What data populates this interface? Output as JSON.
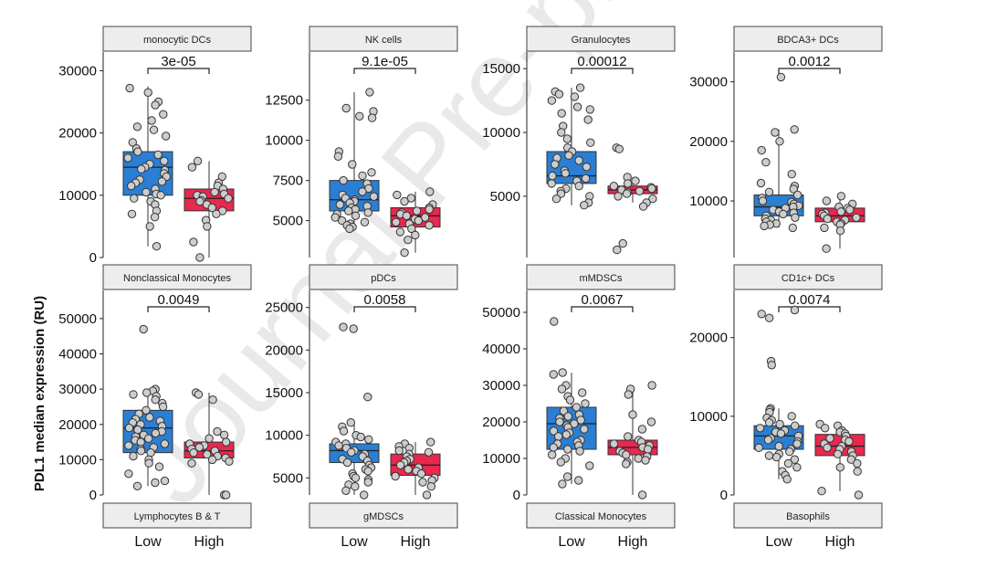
{
  "watermark": "Journal Pre-proof",
  "chart_data": {
    "type": "box",
    "ylabel": "PDL1 median expression (RU)",
    "categories": [
      "Low",
      "High"
    ],
    "colors": {
      "Low": "#2a7fd4",
      "High": "#e8284e"
    },
    "panels": [
      {
        "title": "monocytic DCs",
        "pvalue": "3e-05",
        "ylim": [
          0,
          33000
        ],
        "yticks": [
          0,
          10000,
          20000,
          30000
        ],
        "boxes": [
          {
            "group": "Low",
            "q1": 10000,
            "median": 14500,
            "q3": 17000,
            "whisker_low": 1800,
            "whisker_high": 27500
          },
          {
            "group": "High",
            "q1": 7500,
            "median": 9500,
            "q3": 11000,
            "whisker_low": 0,
            "whisker_high": 15500
          }
        ],
        "points": {
          "Low": [
            27200,
            26500,
            25000,
            24500,
            23000,
            22000,
            21000,
            20500,
            19500,
            18500,
            17500,
            17000,
            16500,
            16000,
            15500,
            15000,
            14500,
            14200,
            14000,
            13500,
            13000,
            12500,
            12200,
            12000,
            11500,
            11000,
            10500,
            10200,
            10000,
            9500,
            9000,
            8500,
            7500,
            7000,
            6500,
            5000,
            1800
          ],
          "High": [
            15500,
            14500,
            13000,
            12000,
            11500,
            11000,
            10500,
            10200,
            10000,
            9800,
            9500,
            9200,
            9000,
            8500,
            8000,
            7500,
            7000,
            6000,
            5000,
            2500,
            0
          ]
        }
      },
      {
        "title": "NK cells",
        "pvalue": "9.1e-05",
        "ylim": [
          2700,
          15500
        ],
        "yticks": [
          5000,
          7500,
          10000,
          12500
        ],
        "boxes": [
          {
            "group": "Low",
            "q1": 5600,
            "median": 6300,
            "q3": 7500,
            "whisker_low": 4500,
            "whisker_high": 13000
          },
          {
            "group": "High",
            "q1": 4600,
            "median": 5300,
            "q3": 5800,
            "whisker_low": 3000,
            "whisker_high": 6800
          }
        ],
        "points": {
          "Low": [
            13000,
            12000,
            11800,
            11500,
            11400,
            9300,
            9000,
            8500,
            8000,
            7800,
            7500,
            7300,
            7000,
            6800,
            6600,
            6500,
            6400,
            6300,
            6200,
            6100,
            6000,
            5900,
            5800,
            5700,
            5600,
            5500,
            5400,
            5300,
            5200,
            5000,
            4900,
            4800,
            4700,
            4600,
            4500
          ],
          "High": [
            6800,
            6600,
            6400,
            6200,
            6000,
            5800,
            5700,
            5600,
            5500,
            5400,
            5300,
            5200,
            5100,
            5000,
            4900,
            4800,
            4700,
            4500,
            4300,
            4100,
            3800,
            3000
          ]
        }
      },
      {
        "title": "Granulocytes",
        "pvalue": "0.00012",
        "ylim": [
          200,
          16300
        ],
        "yticks": [
          5000,
          10000,
          15000
        ],
        "boxes": [
          {
            "group": "Low",
            "q1": 6000,
            "median": 6600,
            "q3": 8500,
            "whisker_low": 4300,
            "whisker_high": 13500
          },
          {
            "group": "High",
            "q1": 5200,
            "median": 5500,
            "q3": 5800,
            "whisker_low": 4500,
            "whisker_high": 6500
          }
        ],
        "points": {
          "Low": [
            13500,
            13200,
            13000,
            12800,
            12500,
            12000,
            11800,
            11500,
            11000,
            10500,
            10000,
            9500,
            9200,
            8800,
            8500,
            8200,
            8000,
            7800,
            7500,
            7300,
            7000,
            6800,
            6600,
            6400,
            6200,
            6000,
            5800,
            5600,
            5400,
            5200,
            5000,
            4800,
            4500,
            4300
          ],
          "High": [
            8800,
            8700,
            6500,
            6200,
            6000,
            5800,
            5700,
            5600,
            5500,
            5400,
            5300,
            5200,
            5000,
            4800,
            4500,
            4200,
            1300,
            800
          ]
        }
      },
      {
        "title": "BDCA3+ DCs",
        "pvalue": "0.0012",
        "ylim": [
          500,
          35000
        ],
        "yticks": [
          10000,
          20000,
          30000
        ],
        "boxes": [
          {
            "group": "Low",
            "q1": 7500,
            "median": 9000,
            "q3": 11000,
            "whisker_low": 5500,
            "whisker_high": 22000
          },
          {
            "group": "High",
            "q1": 6500,
            "median": 7500,
            "q3": 8800,
            "whisker_low": 2000,
            "whisker_high": 10800
          }
        ],
        "points": {
          "Low": [
            30800,
            22000,
            21500,
            20000,
            18500,
            16500,
            14500,
            13000,
            12500,
            12000,
            11500,
            11000,
            10500,
            10000,
            9800,
            9500,
            9200,
            9000,
            8800,
            8500,
            8200,
            8000,
            7800,
            7500,
            7200,
            7000,
            6800,
            6500,
            6200,
            6000,
            5800,
            5500
          ],
          "High": [
            10800,
            10000,
            9500,
            9000,
            8800,
            8500,
            8200,
            8000,
            7800,
            7500,
            7200,
            7000,
            6800,
            6500,
            6200,
            6000,
            5500,
            5000,
            2000
          ]
        }
      },
      {
        "title": "Nonclassical Monocytes",
        "pvalue": "0.0049",
        "ylim": [
          0,
          58000
        ],
        "yticks": [
          0,
          10000,
          20000,
          30000,
          40000,
          50000
        ],
        "boxes": [
          {
            "group": "Low",
            "q1": 12000,
            "median": 19000,
            "q3": 24000,
            "whisker_low": 2500,
            "whisker_high": 30000
          },
          {
            "group": "High",
            "q1": 10500,
            "median": 12500,
            "q3": 15000,
            "whisker_low": 0,
            "whisker_high": 29000
          }
        ],
        "points": {
          "Low": [
            47000,
            30000,
            29500,
            29000,
            28500,
            28000,
            27000,
            26000,
            25000,
            24000,
            23000,
            22000,
            21500,
            21000,
            20500,
            20000,
            19500,
            19000,
            18500,
            18000,
            17500,
            17000,
            16500,
            16000,
            15500,
            15000,
            14500,
            14000,
            13500,
            13000,
            12500,
            12000,
            11000,
            10000,
            9000,
            8000,
            6000,
            4000,
            3500,
            2500
          ],
          "High": [
            29000,
            28500,
            27000,
            18000,
            17000,
            16000,
            15000,
            14500,
            14000,
            13500,
            13000,
            12500,
            12000,
            11500,
            11000,
            10500,
            10000,
            9500,
            9000,
            0,
            0
          ]
        }
      },
      {
        "title": "pDCs",
        "pvalue": "0.0058",
        "ylim": [
          3000,
          27000
        ],
        "yticks": [
          5000,
          10000,
          15000,
          20000,
          25000
        ],
        "boxes": [
          {
            "group": "Low",
            "q1": 6800,
            "median": 8200,
            "q3": 9000,
            "whisker_low": 3000,
            "whisker_high": 11500
          },
          {
            "group": "High",
            "q1": 5300,
            "median": 6500,
            "q3": 7800,
            "whisker_low": 3000,
            "whisker_high": 9200
          }
        ],
        "points": {
          "Low": [
            22700,
            22500,
            14500,
            11500,
            11000,
            10500,
            10000,
            9800,
            9500,
            9200,
            9000,
            8800,
            8500,
            8200,
            8000,
            7800,
            7500,
            7200,
            7000,
            6800,
            6500,
            6200,
            6000,
            5800,
            5500,
            5200,
            5000,
            4800,
            4500,
            4200,
            4000,
            3500,
            3000
          ],
          "High": [
            9200,
            9000,
            8700,
            8500,
            8200,
            8000,
            7800,
            7500,
            7200,
            7000,
            6800,
            6500,
            6200,
            6000,
            5800,
            5500,
            5200,
            5000,
            4700,
            4500,
            4000,
            3000
          ]
        }
      },
      {
        "title": "mMDSCs",
        "pvalue": "0.0067",
        "ylim": [
          0,
          56000
        ],
        "yticks": [
          0,
          10000,
          20000,
          30000,
          40000,
          50000
        ],
        "boxes": [
          {
            "group": "Low",
            "q1": 12500,
            "median": 19500,
            "q3": 24000,
            "whisker_low": 3000,
            "whisker_high": 33500
          },
          {
            "group": "High",
            "q1": 11000,
            "median": 13000,
            "q3": 15000,
            "whisker_low": 0,
            "whisker_high": 30000
          }
        ],
        "points": {
          "Low": [
            47500,
            33500,
            33000,
            30000,
            29000,
            28000,
            27000,
            26000,
            25000,
            24000,
            23000,
            22000,
            21500,
            21000,
            20500,
            20000,
            19500,
            19000,
            18500,
            18000,
            17500,
            17000,
            16500,
            16000,
            15000,
            14500,
            14000,
            13500,
            13000,
            12500,
            12000,
            11000,
            10000,
            9000,
            8000,
            5000,
            4000,
            3000
          ],
          "High": [
            30000,
            29000,
            27500,
            22000,
            20000,
            18000,
            16000,
            15000,
            14500,
            14000,
            13500,
            13000,
            12500,
            12000,
            11500,
            11000,
            10500,
            10000,
            9500,
            9000,
            8500,
            0
          ]
        }
      },
      {
        "title": "CD1c+ DCs",
        "pvalue": "0.0074",
        "ylim": [
          0,
          26000
        ],
        "yticks": [
          0,
          10000,
          20000
        ],
        "boxes": [
          {
            "group": "Low",
            "q1": 5800,
            "median": 7500,
            "q3": 8800,
            "whisker_low": 2000,
            "whisker_high": 11000
          },
          {
            "group": "High",
            "q1": 5000,
            "median": 6200,
            "q3": 7700,
            "whisker_low": 500,
            "whisker_high": 9000
          }
        ],
        "points": {
          "Low": [
            23500,
            23000,
            22500,
            17000,
            16500,
            11000,
            10800,
            10500,
            10000,
            9800,
            9500,
            9200,
            9000,
            8800,
            8500,
            8200,
            8000,
            7800,
            7500,
            7200,
            7000,
            6800,
            6500,
            6200,
            6000,
            5800,
            5500,
            5200,
            5000,
            4800,
            4500,
            4000,
            3500,
            3000,
            2500,
            2000
          ],
          "High": [
            9000,
            8800,
            8500,
            8200,
            8000,
            7800,
            7500,
            7200,
            7000,
            6800,
            6500,
            6200,
            6000,
            5800,
            5500,
            5200,
            5000,
            4500,
            4000,
            3500,
            3000,
            500,
            0
          ]
        }
      }
    ],
    "bottom_strips": [
      "Lymphocytes B & T",
      "gMDSCs",
      "Classical Monocytes",
      "Basophils"
    ]
  }
}
